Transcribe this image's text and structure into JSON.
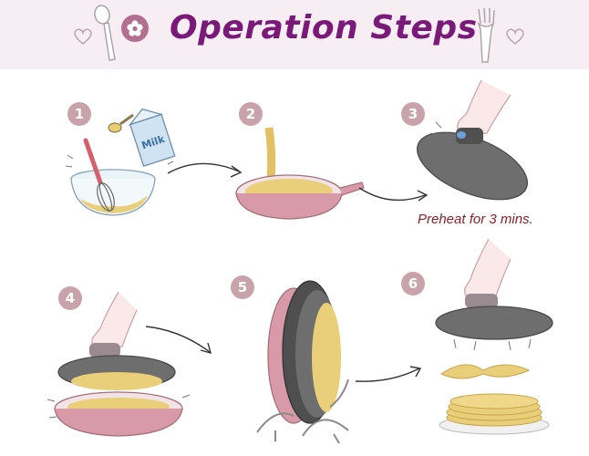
{
  "header": {
    "title": "Operation Steps"
  },
  "steps": [
    {
      "number": "1",
      "label": ""
    },
    {
      "number": "2",
      "label": ""
    },
    {
      "number": "3",
      "label": "Preheat for 3 mins."
    },
    {
      "number": "4",
      "label": ""
    },
    {
      "number": "5",
      "label": ""
    },
    {
      "number": "6",
      "label": ""
    }
  ],
  "milk_carton_text": "Milk",
  "colors": {
    "title": "#7a1a78",
    "banner": "#f7eef3",
    "badge": "#c9a3ab",
    "caption": "#8a1f2a",
    "pan": "#d89aa8",
    "lid": "#6e6e6e",
    "batter": "#e9cf7a"
  }
}
